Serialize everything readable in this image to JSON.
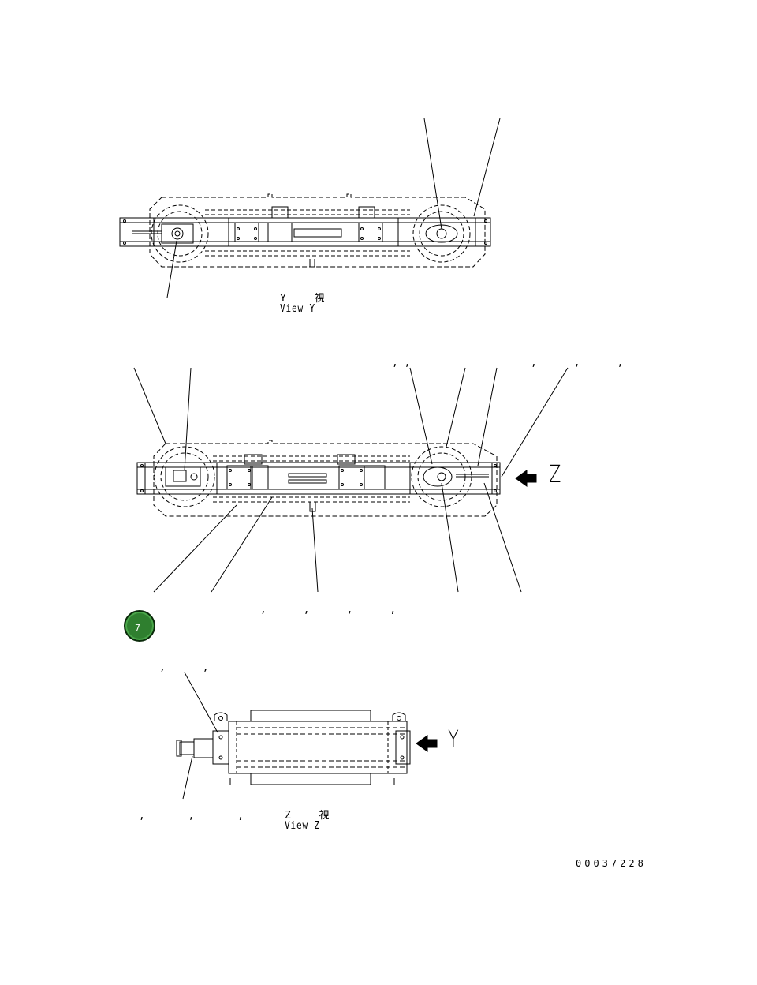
{
  "view_y": {
    "label_jp": "Y 視",
    "label_en": "View Y"
  },
  "view_z": {
    "label_jp": "Z 視",
    "label_en": "View Z"
  },
  "arrow_z": {
    "letter": "Z"
  },
  "arrow_y": {
    "letter": "Y"
  },
  "badge": {
    "number": "7",
    "color": "#2f7f2f"
  },
  "separators": {
    "mid_top_left": ", ,",
    "mid_top_right": ",      ,      ,",
    "mid_bottom": ",      ,      ,      ,",
    "z_top": ",      ,",
    "z_bottom": ",       ,       ,"
  },
  "document_number": "00037228"
}
